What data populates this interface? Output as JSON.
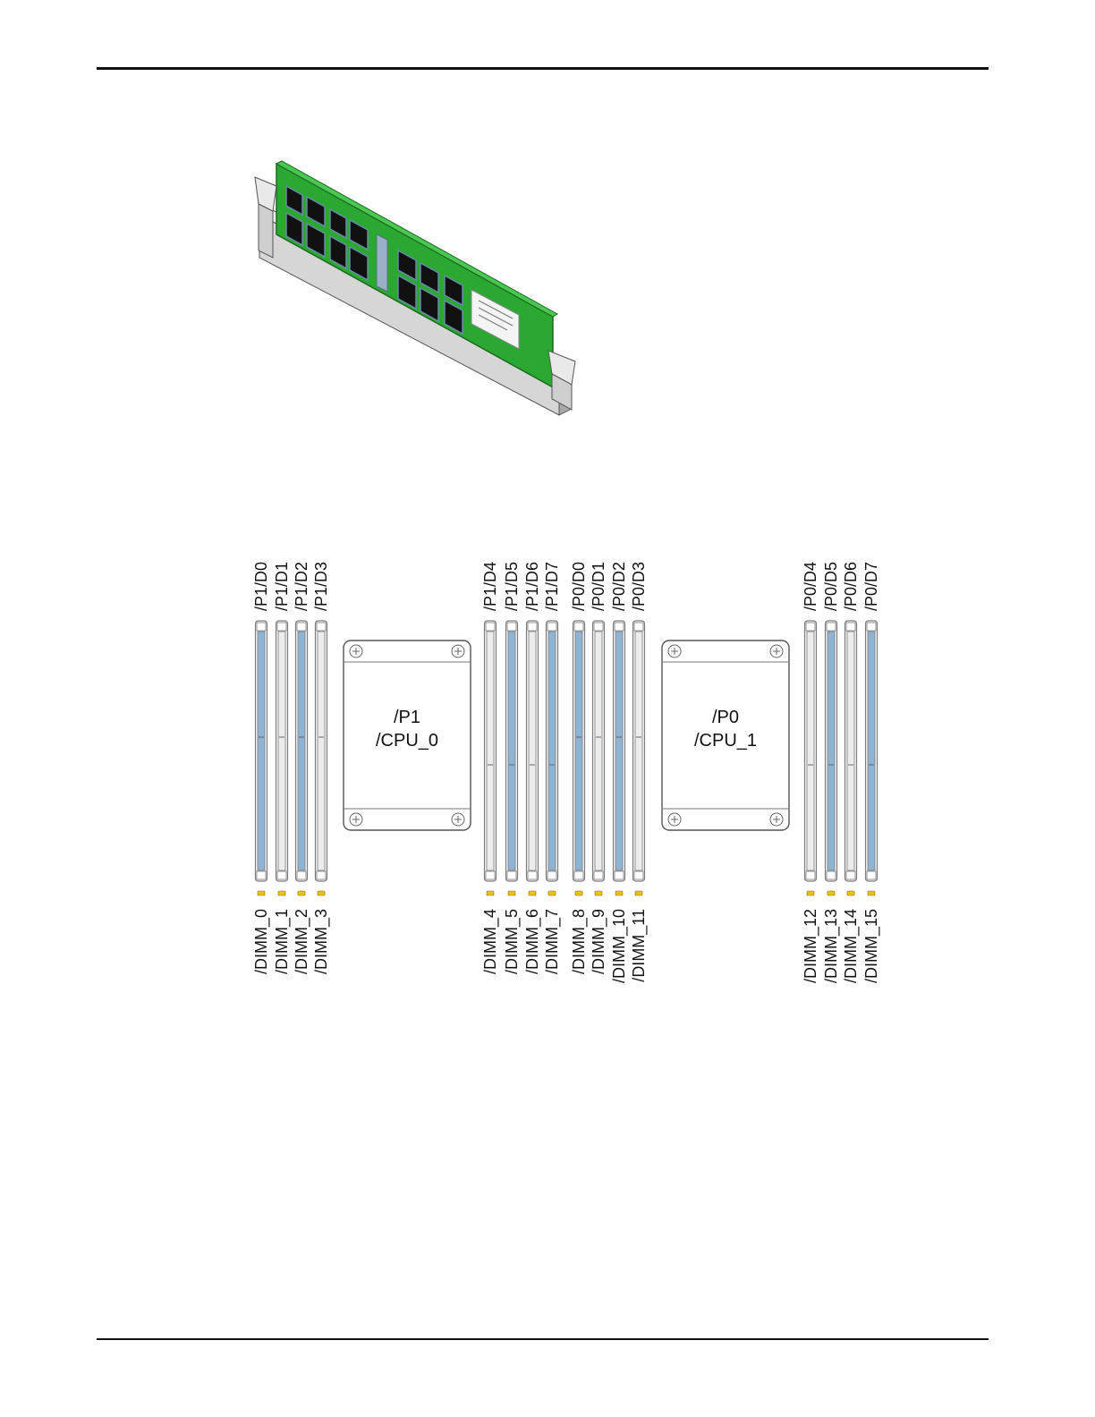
{
  "colors": {
    "rule": "#111111",
    "slot_blue": "#8fb3d3",
    "slot_white": "#ececec",
    "slot_edge": "#7d7d7d",
    "led": "#e6c21a",
    "cpu_fill": "#ffffff",
    "pcb_green": "#2aa832",
    "socket_gray": "#c9c9c9"
  },
  "dimm_illustration": {
    "icon": "dimm-module-icon"
  },
  "cpus": [
    {
      "path": "/P1",
      "name": "/CPU_0"
    },
    {
      "path": "/P0",
      "name": "/CPU_1"
    }
  ],
  "slots": [
    {
      "top": "/P1/D0",
      "bottom": "/DIMM_0",
      "color": "blue"
    },
    {
      "top": "/P1/D1",
      "bottom": "/DIMM_1",
      "color": "white"
    },
    {
      "top": "/P1/D2",
      "bottom": "/DIMM_2",
      "color": "blue"
    },
    {
      "top": "/P1/D3",
      "bottom": "/DIMM_3",
      "color": "white"
    },
    {
      "top": "/P1/D4",
      "bottom": "/DIMM_4",
      "color": "white"
    },
    {
      "top": "/P1/D5",
      "bottom": "/DIMM_5",
      "color": "blue"
    },
    {
      "top": "/P1/D6",
      "bottom": "/DIMM_6",
      "color": "white"
    },
    {
      "top": "/P1/D7",
      "bottom": "/DIMM_7",
      "color": "blue"
    },
    {
      "top": "/P0/D0",
      "bottom": "/DIMM_8",
      "color": "blue"
    },
    {
      "top": "/P0/D1",
      "bottom": "/DIMM_9",
      "color": "white"
    },
    {
      "top": "/P0/D2",
      "bottom": "/DIMM_10",
      "color": "blue"
    },
    {
      "top": "/P0/D3",
      "bottom": "/DIMM_11",
      "color": "white"
    },
    {
      "top": "/P0/D4",
      "bottom": "/DIMM_12",
      "color": "white"
    },
    {
      "top": "/P0/D5",
      "bottom": "/DIMM_13",
      "color": "blue"
    },
    {
      "top": "/P0/D6",
      "bottom": "/DIMM_14",
      "color": "white"
    },
    {
      "top": "/P0/D7",
      "bottom": "/DIMM_15",
      "color": "blue"
    }
  ]
}
